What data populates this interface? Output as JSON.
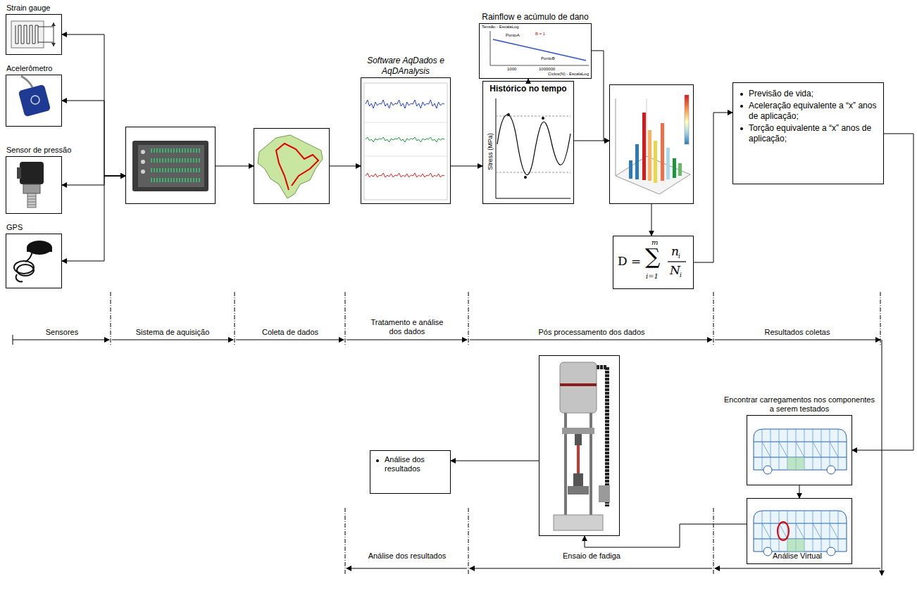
{
  "diagram": {
    "nodes": [
      {
        "text": [
          "Strain gauge"
        ]
      },
      {
        "text": [
          "Acelerômetro"
        ]
      },
      {
        "text": [
          "Sensor de pressão"
        ]
      },
      {
        "text": [
          "GPS"
        ]
      },
      {
        "text": []
      },
      {
        "text": []
      },
      {
        "text": [
          "Software AqDados e AqDAnalysis"
        ]
      },
      {
        "text": [
          "Histórico no tempo",
          "Stress (MPa)"
        ]
      },
      {
        "text": [
          "Rainflow e acúmulo de dano"
        ]
      },
      {
        "text": []
      },
      {
        "text": [
          "D =",
          "m",
          "∑",
          "i=1",
          "n",
          "i",
          "N",
          "i"
        ]
      },
      {
        "text": [
          "Previsão de vida;",
          "Aceleração equivalente a “x” anos de aplicação;",
          "Torção equivalente a “x” anos de aplicação;"
        ]
      },
      {
        "text": [
          "Encontrar carregamentos nos componentes a serem testados"
        ]
      },
      {
        "text": []
      },
      {
        "text": []
      },
      {
        "text": [
          "Análise dos resultados"
        ]
      }
    ],
    "edges": [
      {
        "from": 0,
        "to": 4,
        "arrow": "both"
      },
      {
        "from": 1,
        "to": 4,
        "arrow": "both"
      },
      {
        "from": 2,
        "to": 4,
        "arrow": "both"
      },
      {
        "from": 3,
        "to": 4,
        "arrow": "both"
      },
      {
        "from": 4,
        "to": 5,
        "arrow": "to"
      },
      {
        "from": 5,
        "to": 6,
        "arrow": "to"
      },
      {
        "from": 6,
        "to": 7,
        "arrow": "to"
      },
      {
        "from": 7,
        "to": 8,
        "arrow": "to"
      },
      {
        "from": 7,
        "to": 9,
        "arrow": "to"
      },
      {
        "from": 8,
        "to": 9,
        "arrow": "to"
      },
      {
        "from": 9,
        "to": 10,
        "arrow": "to"
      },
      {
        "from": 10,
        "to": 11,
        "arrow": "to"
      },
      {
        "from": 11,
        "to": 12,
        "arrow": "to"
      },
      {
        "from": 12,
        "to": 13,
        "arrow": "to"
      },
      {
        "from": 13,
        "to": 14,
        "arrow": "to"
      },
      {
        "from": 14,
        "to": 15,
        "arrow": "to"
      }
    ],
    "labels": [
      "Sensores",
      "Sistema de aquisição",
      "Coleta de dados",
      "Tratamento e análise dos dados",
      "Pós processamento dos dados",
      "Resultados coletas",
      "Análise dos resultados",
      "Ensaio de fadiga",
      "Análise Virtual",
      "Tensão - EscalaLog",
      "PontoA",
      "B = 1",
      "PontoB",
      "1000",
      "1000000",
      "Ciclos(N) - EscalaLog"
    ]
  }
}
